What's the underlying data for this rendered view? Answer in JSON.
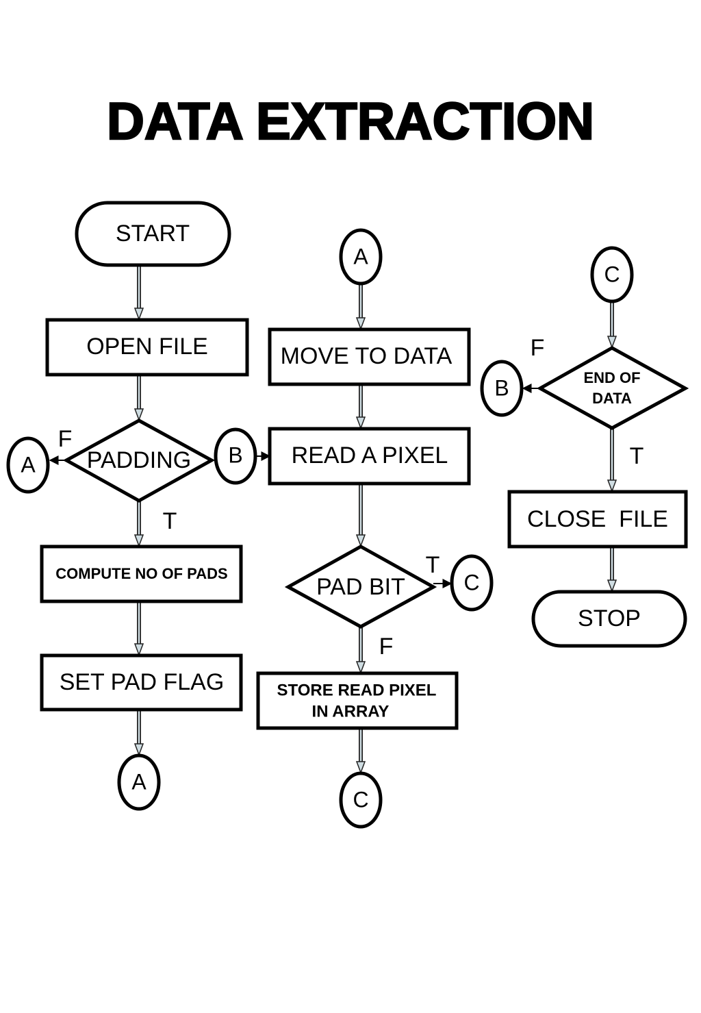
{
  "title": "DATA EXTRACTION",
  "nodes": {
    "start": "START",
    "open_file": "OPEN FILE",
    "padding": "PADDING",
    "compute_no_of_pads": "COMPUTE NO OF PADS",
    "set_pad_flag": "SET PAD FLAG",
    "move_to_data": "MOVE TO DATA",
    "read_a_pixel": "READ A PIXEL",
    "pad_bit": "PAD BIT",
    "store_read_pixel_line1": "STORE READ PIXEL",
    "store_read_pixel_line2": "IN ARRAY",
    "end_of_data_line1": "END OF",
    "end_of_data_line2": "DATA",
    "close_file": "CLOSE  FILE",
    "stop": "STOP"
  },
  "connectors": {
    "a": "A",
    "b": "B",
    "c": "C"
  },
  "branch_labels": {
    "true": "T",
    "false": "F"
  },
  "colors": {
    "stroke": "#000000",
    "fill": "#ffffff",
    "arrow_fill": "#cfdde2"
  }
}
